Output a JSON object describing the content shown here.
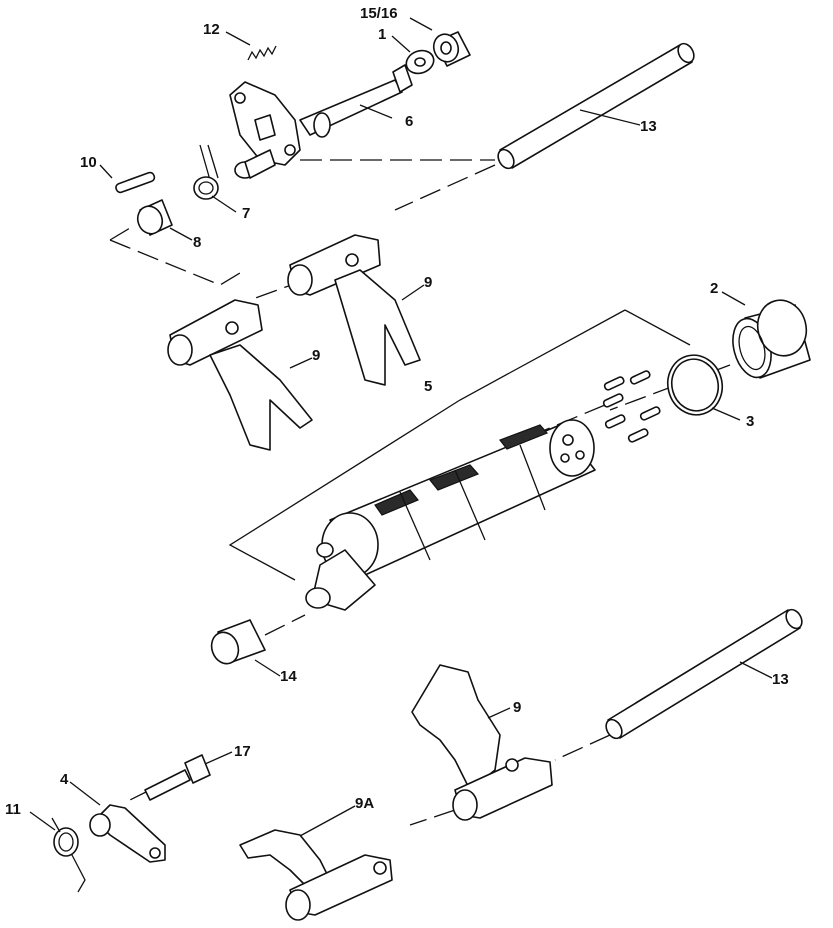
{
  "diagram": {
    "labels": {
      "l1": "1",
      "l2": "2",
      "l3": "3",
      "l4": "4",
      "l5": "5",
      "l6": "6",
      "l7": "7",
      "l8": "8",
      "l9a": "9",
      "l9b": "9",
      "l9c": "9",
      "l9A": "9A",
      "l10": "10",
      "l11": "11",
      "l12": "12",
      "l13a": "13",
      "l13b": "13",
      "l14": "14",
      "l15_16": "15/16",
      "l17": "17"
    }
  }
}
